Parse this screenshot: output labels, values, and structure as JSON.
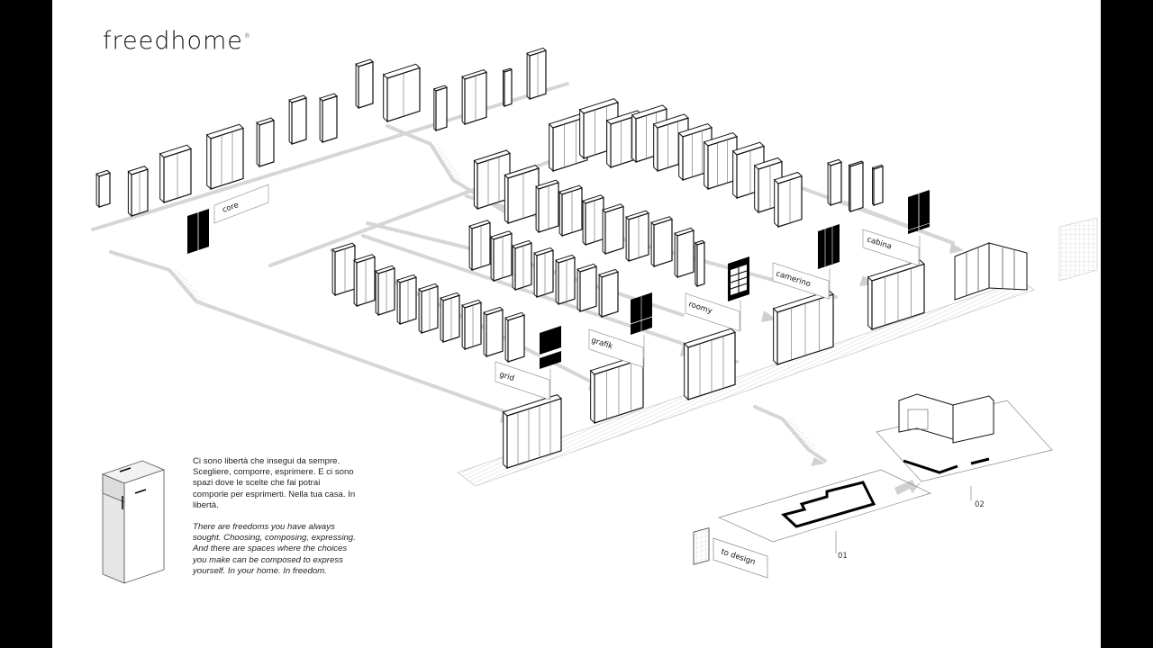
{
  "brand": {
    "logo_text": "freedhome",
    "registered_mark": "®"
  },
  "intro": {
    "italian": "Ci sono libertà che insegui da sempre. Scegliere, comporre, esprimere. E ci sono spazi dove le scelte che fai potrai comporle per esprimerti. Nella tua casa. In libertà.",
    "english": "There are freedoms you have always sought. Choosing, composing, expressing. And there are spaces where the choices you make can be composed to express yourself. In your home. In freedom."
  },
  "collections": [
    {
      "id": "core",
      "label": "core"
    },
    {
      "id": "grid",
      "label": "grid"
    },
    {
      "id": "grafik",
      "label": "grafik"
    },
    {
      "id": "roomy",
      "label": "roomy"
    },
    {
      "id": "camerino",
      "label": "camerino"
    },
    {
      "id": "cabina",
      "label": "cabina"
    }
  ],
  "design_flow": {
    "label": "to design",
    "steps": [
      "01",
      "02"
    ]
  },
  "colors": {
    "background": "#ffffff",
    "frame": "#000000",
    "line": "#111111",
    "path": "#d4d4d4",
    "fill_dark": "#000000"
  }
}
